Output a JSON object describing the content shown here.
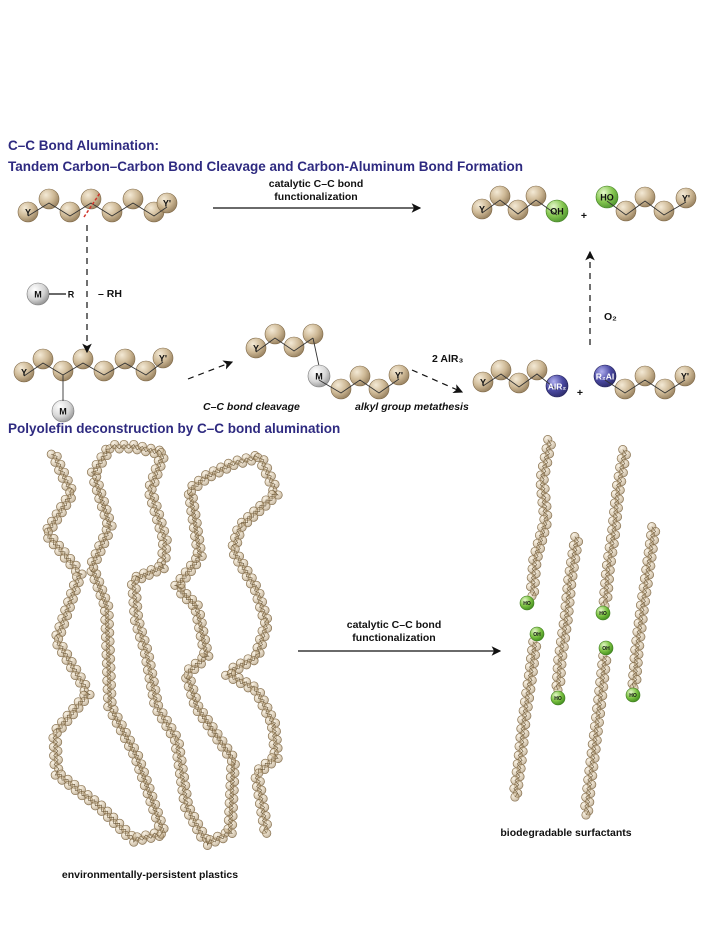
{
  "titles": {
    "main_line1": "C–C Bond Alumination:",
    "main_line2": "Tandem Carbon–Carbon Bond Cleavage and Carbon-Aluminum Bond Formation",
    "section2": "Polyolefin deconstruction by C–C bond alumination"
  },
  "scheme": {
    "arrow_top_line1": "catalytic C–C bond",
    "arrow_top_line2": "functionalization",
    "reagent_metal": "M",
    "reagent_r": "R",
    "byproduct": "– RH",
    "oxidant": "O₂",
    "aluminum_reagent": "2 AlR₃",
    "step_cleavage": "C–C bond cleavage",
    "step_metathesis": "alkyl group metathesis",
    "plus": "+",
    "bead_labels": {
      "Y": "Y",
      "Yp": "Y'",
      "M": "M",
      "OH": "OH",
      "HO": "HO",
      "AlR2": "AlR₂",
      "R2Al": "R₂Al"
    }
  },
  "deconstruction": {
    "arrow_line1": "catalytic C–C bond",
    "arrow_line2": "functionalization",
    "left_caption": "environmentally-persistent plastics",
    "right_caption": "biodegradable surfactants",
    "group_OH": "OH",
    "group_HO": "HO"
  },
  "colors": {
    "title": "#2e2a80",
    "carbon_bead": "#c9b28c",
    "metal_bead": "#d4d4d4",
    "hydroxyl_bead": "#7cc242",
    "aluminum_bead": "#3b3a9a",
    "cleavage_mark": "#d0342c"
  }
}
